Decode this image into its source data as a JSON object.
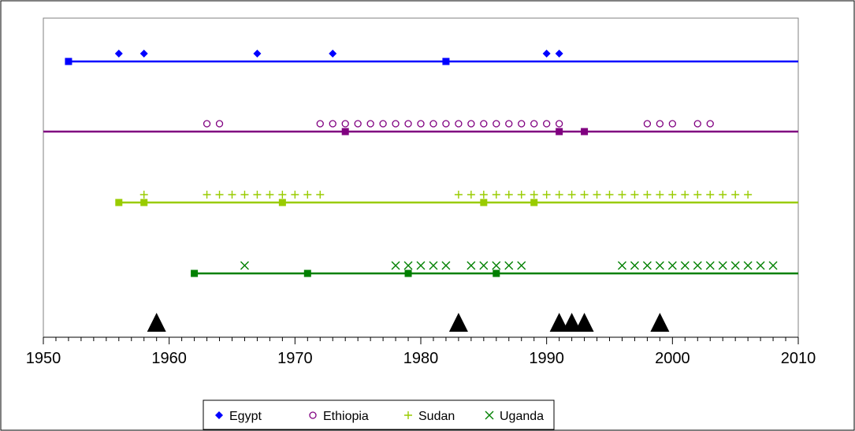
{
  "chart_data": {
    "type": "scatter",
    "title": "",
    "xlabel": "",
    "ylabel": "",
    "xlim": [
      1950,
      2010
    ],
    "x_ticks": [
      "1950",
      "1960",
      "1970",
      "1980",
      "1990",
      "2000",
      "2010"
    ],
    "legend_position": "bottom",
    "grid": false,
    "series": [
      {
        "name": "Egypt",
        "marker": "diamond",
        "color": "#0000ff",
        "points": [
          1956,
          1958,
          1967,
          1973,
          1990,
          1991
        ],
        "line_start": 1952,
        "line_end": 2010,
        "line_markers": [
          1952,
          1982
        ]
      },
      {
        "name": "Ethiopia",
        "marker": "circle-open",
        "color": "#800080",
        "points": [
          1963,
          1964,
          1972,
          1973,
          1974,
          1975,
          1976,
          1977,
          1978,
          1979,
          1980,
          1981,
          1982,
          1983,
          1984,
          1985,
          1986,
          1987,
          1988,
          1989,
          1990,
          1991,
          1998,
          1999,
          2000,
          2002,
          2003
        ],
        "line_start": 1950,
        "line_end": 2010,
        "line_markers": [
          1974,
          1991,
          1993
        ]
      },
      {
        "name": "Sudan",
        "marker": "plus",
        "color": "#99cc00",
        "points": [
          1958,
          1963,
          1964,
          1965,
          1966,
          1967,
          1968,
          1969,
          1970,
          1971,
          1972,
          1983,
          1984,
          1985,
          1986,
          1987,
          1988,
          1989,
          1990,
          1991,
          1992,
          1993,
          1994,
          1995,
          1996,
          1997,
          1998,
          1999,
          2000,
          2001,
          2002,
          2003,
          2004,
          2005,
          2006
        ],
        "line_start": 1956,
        "line_end": 2010,
        "line_markers": [
          1956,
          1958,
          1969,
          1985,
          1989
        ]
      },
      {
        "name": "Uganda",
        "marker": "cross",
        "color": "#008000",
        "points": [
          1966,
          1978,
          1979,
          1980,
          1981,
          1982,
          1984,
          1985,
          1986,
          1987,
          1988,
          1996,
          1997,
          1998,
          1999,
          2000,
          2001,
          2002,
          2003,
          2004,
          2005,
          2006,
          2007,
          2008
        ],
        "line_start": 1962,
        "line_end": 2010,
        "line_markers": [
          1962,
          1971,
          1979,
          1986
        ]
      }
    ],
    "event_markers": {
      "marker": "triangle",
      "color": "#000000",
      "points": [
        1959,
        1983,
        1991,
        1992,
        1993,
        1999
      ]
    }
  }
}
